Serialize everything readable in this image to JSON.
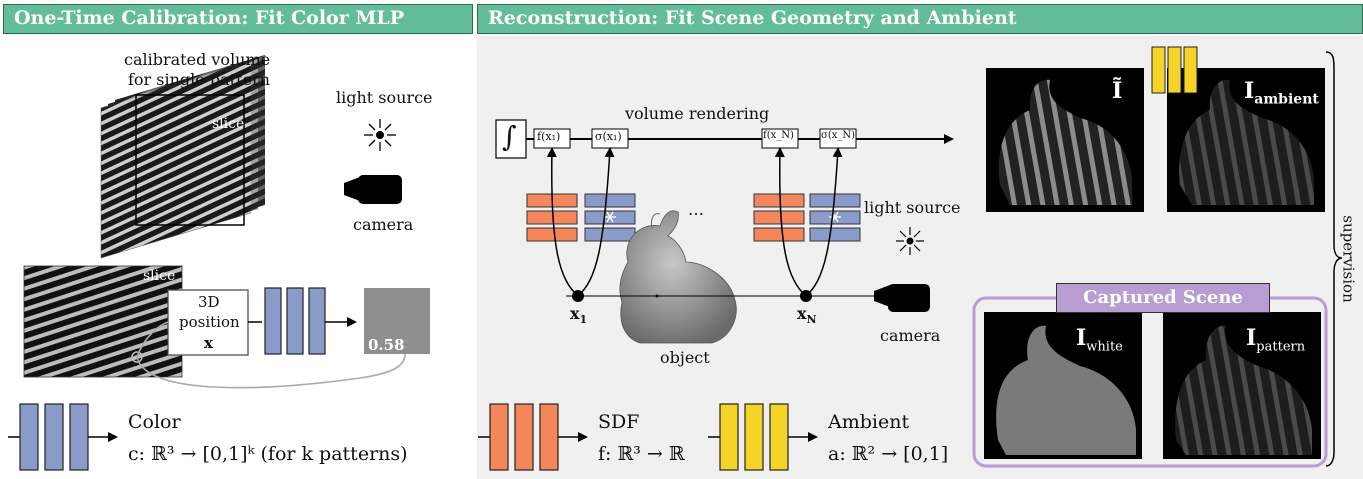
{
  "banners": {
    "calibration": "One-Time Calibration: Fit Color MLP",
    "reconstruction": "Reconstruction: Fit Scene Geometry and Ambient"
  },
  "calibration": {
    "volume_label_line1": "calibrated volume",
    "volume_label_line2": "for single pattern",
    "slice_label": "slice",
    "slice_label_2": "slice",
    "light_source": "light source",
    "camera": "camera",
    "position_line1": "3D",
    "position_line2": "position",
    "position_var": "x",
    "output_value": "0.58"
  },
  "reconstruction": {
    "volume_rendering": "volume rendering",
    "integral": "∫",
    "f_x1": "f(x₁)",
    "sigma_x1": "σ(x₁)",
    "f_xn": "f(x_N)",
    "sigma_xn": "σ(x_N)",
    "ellipsis": "…",
    "x1": "x",
    "x1_sub": "1",
    "xn": "x",
    "xn_sub": "N",
    "object": "object",
    "light_source": "light source",
    "camera": "camera",
    "supervision": "supervision",
    "captured_scene": "Captured Scene",
    "img_pred": "Ĩ",
    "img_ambient": "I",
    "img_ambient_sub": "ambient",
    "img_white": "I",
    "img_white_sub": "white",
    "img_pattern": "I",
    "img_pattern_sub": "pattern"
  },
  "legend": {
    "color_title": "Color",
    "color_formula": "c: ℝ³ → [0,1]ᵏ (for k patterns)",
    "sdf_title": "SDF",
    "sdf_formula": "f: ℝ³ → ℝ",
    "ambient_title": "Ambient",
    "ambient_formula": "a: ℝ² → [0,1]"
  },
  "colors": {
    "banner": "#63bd9b",
    "color_mlp": "#8a9bc9",
    "sdf_mlp": "#f4865c",
    "ambient_mlp": "#f5d327",
    "captured": "#b79dd2"
  }
}
